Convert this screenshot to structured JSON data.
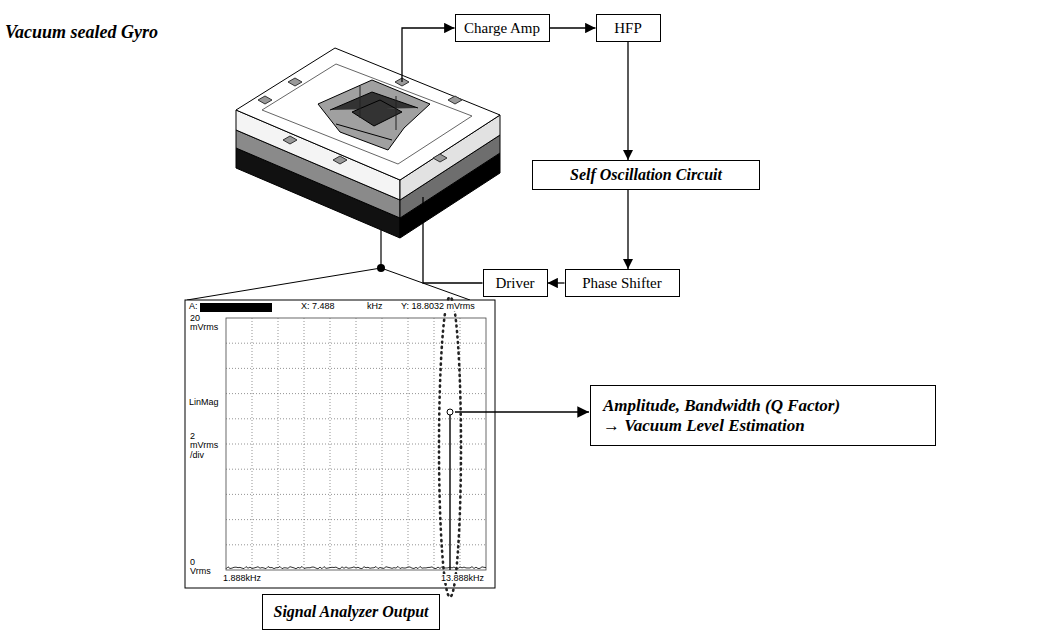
{
  "diagram": {
    "nodes": [
      {
        "text": [
          "Vacuum sealed Gyro"
        ]
      },
      {
        "text": [
          "Charge Amp"
        ]
      },
      {
        "text": [
          "HFP"
        ]
      },
      {
        "text": [
          "Self Oscillation Circuit"
        ]
      },
      {
        "text": [
          "Phase Shifter"
        ]
      },
      {
        "text": [
          "Driver"
        ]
      },
      {
        "text": [
          "Amplitude, Bandwidth (Q Factor) → Vacuum Level Estimation"
        ]
      },
      {
        "text": [
          "Signal Analyzer Output"
        ]
      }
    ],
    "edges": [
      {
        "from": 0,
        "to": 1,
        "arrow": "to"
      },
      {
        "from": 1,
        "to": 2,
        "arrow": "to"
      },
      {
        "from": 2,
        "to": 3,
        "arrow": "to"
      },
      {
        "from": 3,
        "to": 4,
        "arrow": "to"
      },
      {
        "from": 4,
        "to": 5,
        "arrow": "to"
      },
      {
        "from": 5,
        "to": 0,
        "arrow": "none"
      }
    ],
    "labels": [
      "A:",
      "X: 7.488",
      "kHz",
      "Y: 18.8032 mVrms",
      "20 mVrms",
      "LinMag",
      "2 mVrms /div",
      "0 Vrms",
      "1.888kHz",
      "13.888kHz"
    ]
  }
}
